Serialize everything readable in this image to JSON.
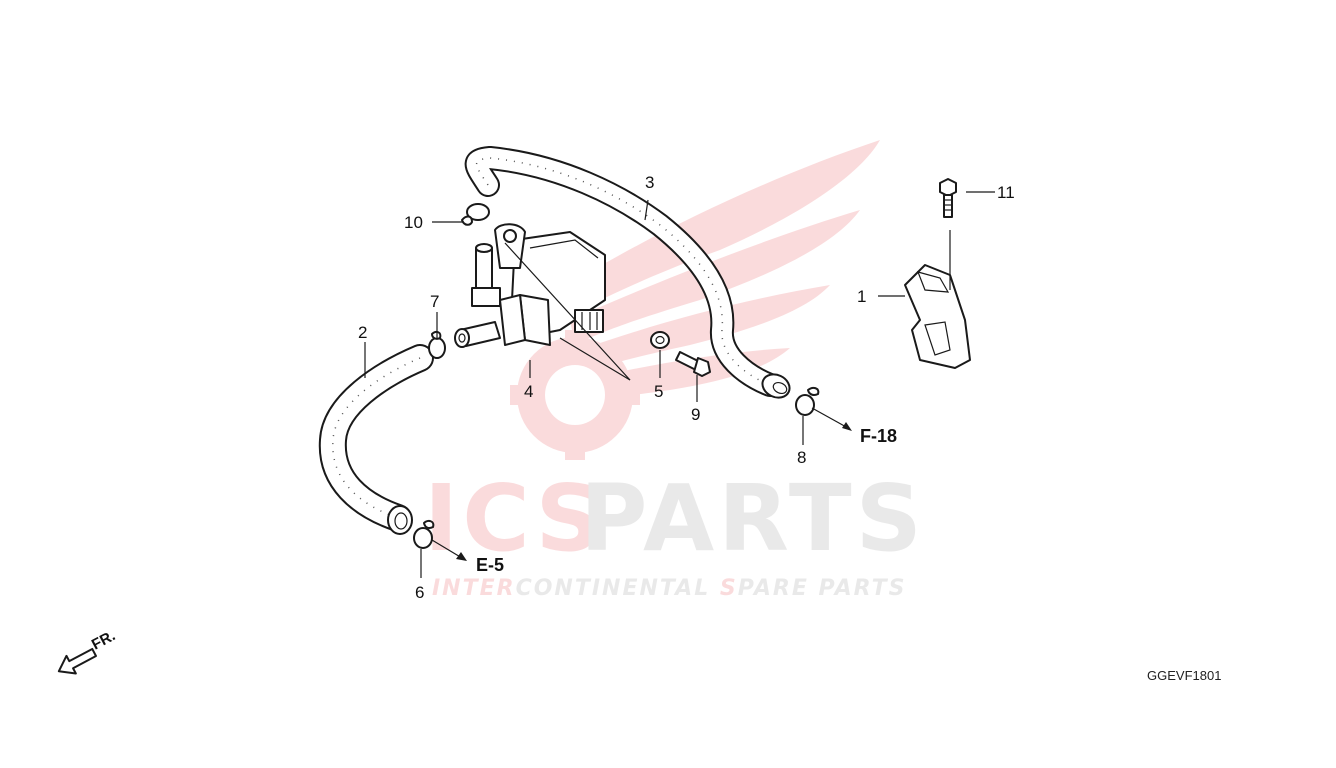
{
  "watermark": {
    "brand_part1": "ICS",
    "brand_part2": "PARTS",
    "tagline_part1": "INTER",
    "tagline_part2": "CONTINENTAL ",
    "tagline_part3": "S",
    "tagline_part4": "PARE PARTS",
    "accent_color": "#e4282d",
    "gray_color": "#9a9a9a"
  },
  "callouts": {
    "p1": "1",
    "p2": "2",
    "p3": "3",
    "p4": "4",
    "p5": "5",
    "p6": "6",
    "p7": "7",
    "p8": "8",
    "p9": "9",
    "p10": "10",
    "p11": "11"
  },
  "references": {
    "f18": "F-18",
    "e5": "E-5"
  },
  "front_indicator": "FR.",
  "diagram_code": "GGEVF1801",
  "icons": [
    "front-direction-arrow-icon",
    "honda-wing-logo-watermark"
  ]
}
